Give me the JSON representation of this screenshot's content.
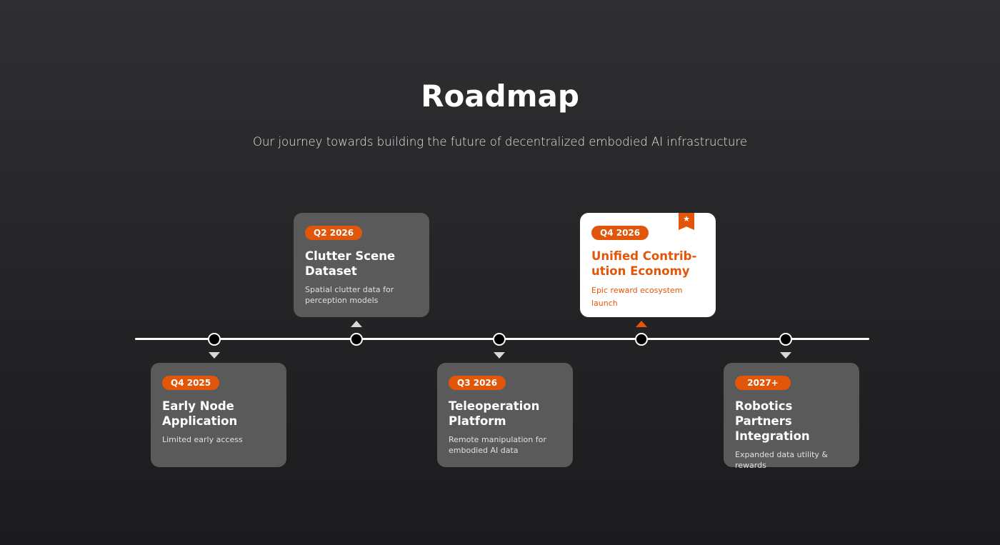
{
  "header": {
    "title": "Roadmap",
    "subtitle": "Our journey towards building the future of decentralized embodied AI infrastructure"
  },
  "milestones": [
    {
      "date": "Q4 2025",
      "title": "Early Node Application",
      "description": "Limited early access",
      "position": "below",
      "highlighted": false
    },
    {
      "date": "Q2 2026",
      "title": "Clutter Scene Dataset",
      "description": "Spatial clutter data for perception models",
      "position": "above",
      "highlighted": false
    },
    {
      "date": "Q3 2026",
      "title": "Teleoperation Platform",
      "description": "Remote manipulation for embodied AI data",
      "position": "below",
      "highlighted": false
    },
    {
      "date": "Q4 2026",
      "title": "Unified Contrib-ution Economy",
      "description": "Epic reward ecosystem launch",
      "position": "above",
      "highlighted": true,
      "icon": "star-bookmark-icon"
    },
    {
      "date": "2027+",
      "title": "Robotics Partners Integration",
      "description": "Expanded data utility & rewards",
      "position": "below",
      "highlighted": false
    }
  ],
  "colors": {
    "accent": "#e2560a",
    "card": "#5a5a5a",
    "highlight_card": "#ffffff"
  }
}
